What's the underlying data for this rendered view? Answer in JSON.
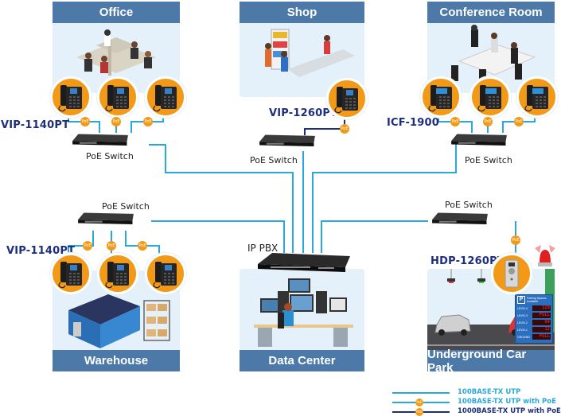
{
  "colors": {
    "panel_header": "#4d79a8",
    "panel_bg": "#e4f1fb",
    "line_100": "#29a8dc",
    "line_1000": "#1d2f7c",
    "poe_badge": "#f29a17",
    "model_label": "#1d2f7c"
  },
  "panels": {
    "office": {
      "title": "Office",
      "model": "VIP-1140PT",
      "switch_label": "PoE Switch"
    },
    "shop": {
      "title": "Shop",
      "model": "VIP-1260PT",
      "switch_label": "PoE Switch"
    },
    "conference": {
      "title": "Conference Room",
      "model": "ICF-1900",
      "switch_label": "PoE Switch"
    },
    "warehouse": {
      "title": "Warehouse",
      "model": "VIP-1140PT",
      "switch_label": "PoE Switch"
    },
    "datacenter": {
      "title": "Data Center",
      "device_label": "IP PBX"
    },
    "carpark": {
      "title": "Underground Car Park",
      "model": "HDP-1260PT",
      "switch_label": "PoE Switch",
      "sign": {
        "header": "Parking Spaces Available",
        "rows": [
          {
            "level": "LEVEL4",
            "value": "129"
          },
          {
            "level": "LEVEL3",
            "value": "FULL"
          },
          {
            "level": "LEVEL2",
            "value": "94"
          },
          {
            "level": "LEVEL1",
            "value": "12"
          },
          {
            "level": "GROUND",
            "value": "FULL"
          }
        ]
      }
    }
  },
  "poe_badge_text": "PoE",
  "legend": [
    {
      "text": "100BASE-TX UTP",
      "line": "100",
      "poe": false
    },
    {
      "text": "100BASE-TX UTP with PoE",
      "line": "100",
      "poe": true
    },
    {
      "text": "1000BASE-TX UTP with PoE",
      "line": "1000",
      "poe": true
    }
  ]
}
